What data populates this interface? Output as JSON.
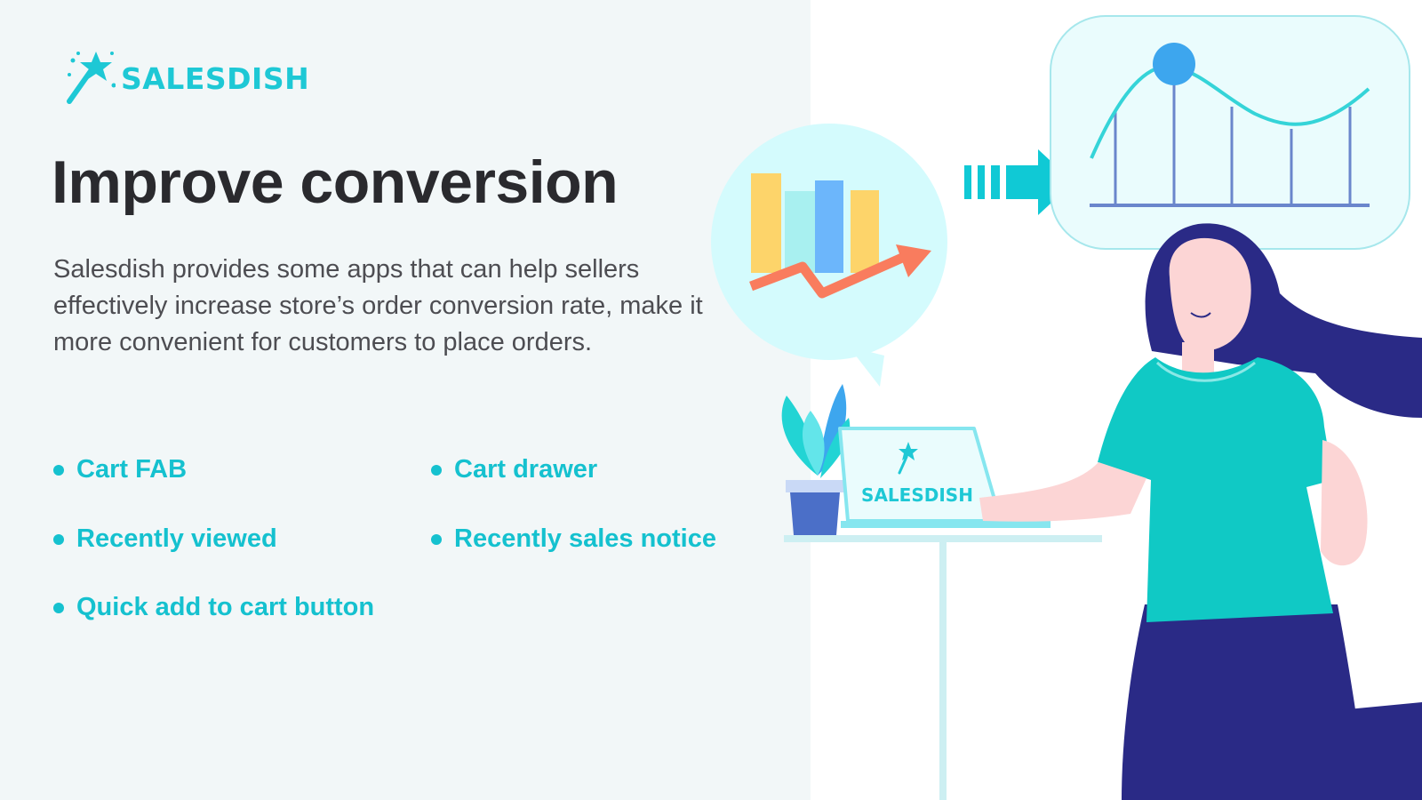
{
  "logo": {
    "text": "SALESDISH"
  },
  "headline": "Improve conversion",
  "description": "Salesdish provides some apps that can help sellers effectively increase store’s order conversion rate, make it more convenient for customers to place orders.",
  "features": [
    "Cart FAB",
    "Cart drawer",
    "Recently viewed",
    "Recently sales notice",
    "Quick add to cart button"
  ],
  "laptop_screen_text": "SALESDISH",
  "colors": {
    "brand": "#1ec8d5",
    "feature": "#15c1cf",
    "headline": "#2a2a2e",
    "body": "#4d4d52",
    "panel": "#f2f7f8",
    "shirt": "#10c9c5",
    "hair": "#2a2a86",
    "pants": "#2a2a86"
  }
}
